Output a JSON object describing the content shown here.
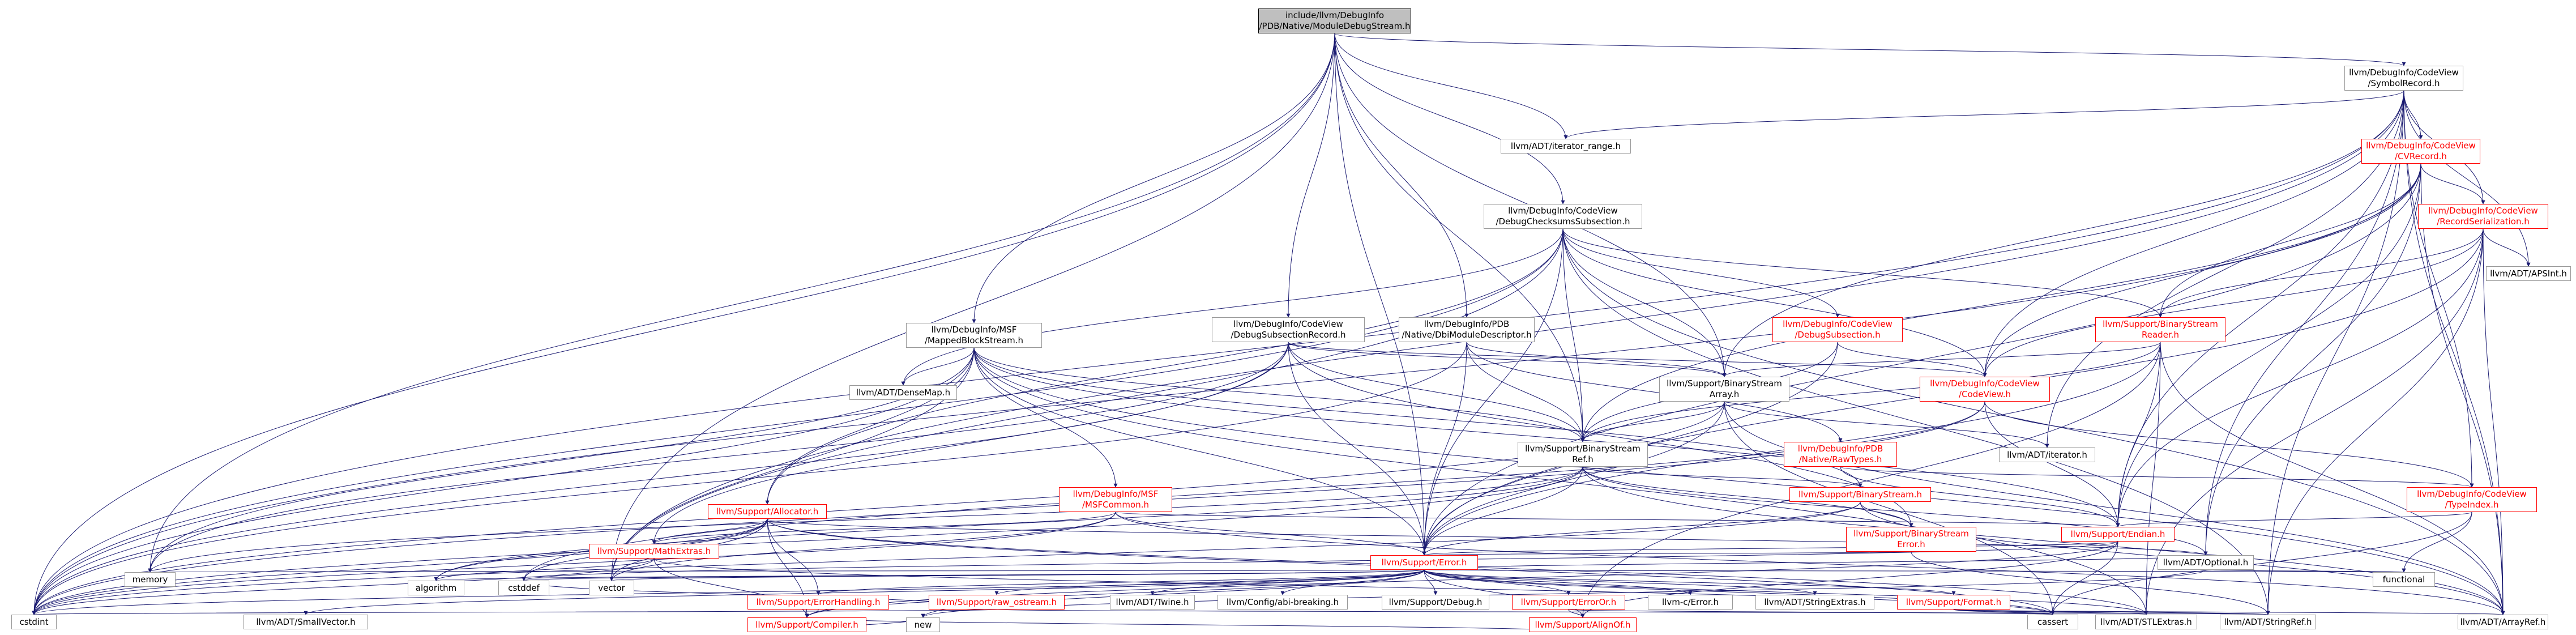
{
  "diagram": {
    "nodes": [
      {
        "id": "root",
        "lines": [
          "include/llvm/DebugInfo",
          "/PDB/Native/ModuleDebugStream.h"
        ],
        "style": "root"
      },
      {
        "id": "SymbolRecord",
        "lines": [
          "llvm/DebugInfo/CodeView",
          "/SymbolRecord.h"
        ],
        "style": "normal"
      },
      {
        "id": "iterator_range",
        "lines": [
          "llvm/ADT/iterator_range.h"
        ],
        "style": "plain"
      },
      {
        "id": "CVRecord",
        "lines": [
          "llvm/DebugInfo/CodeView",
          "/CVRecord.h"
        ],
        "style": "red"
      },
      {
        "id": "DebugChecksums",
        "lines": [
          "llvm/DebugInfo/CodeView",
          "/DebugChecksumsSubsection.h"
        ],
        "style": "normal"
      },
      {
        "id": "RecordSerialization",
        "lines": [
          "llvm/DebugInfo/CodeView",
          "/RecordSerialization.h"
        ],
        "style": "red"
      },
      {
        "id": "APSInt",
        "lines": [
          "llvm/ADT/APSInt.h"
        ],
        "style": "plain"
      },
      {
        "id": "DebugSubsectionRecord",
        "lines": [
          "llvm/DebugInfo/CodeView",
          "/DebugSubsectionRecord.h"
        ],
        "style": "normal"
      },
      {
        "id": "DbiModuleDescriptor",
        "lines": [
          "llvm/DebugInfo/PDB",
          "/Native/DbiModuleDescriptor.h"
        ],
        "style": "normal"
      },
      {
        "id": "DebugSubsection",
        "lines": [
          "llvm/DebugInfo/CodeView",
          "/DebugSubsection.h"
        ],
        "style": "red"
      },
      {
        "id": "BinaryStreamReader",
        "lines": [
          "llvm/Support/BinaryStream",
          "Reader.h"
        ],
        "style": "red"
      },
      {
        "id": "MappedBlockStream",
        "lines": [
          "llvm/DebugInfo/MSF",
          "/MappedBlockStream.h"
        ],
        "style": "normal"
      },
      {
        "id": "BinaryStreamArray",
        "lines": [
          "llvm/Support/BinaryStream",
          "Array.h"
        ],
        "style": "normal"
      },
      {
        "id": "CodeView",
        "lines": [
          "llvm/DebugInfo/CodeView",
          "/CodeView.h"
        ],
        "style": "red"
      },
      {
        "id": "DenseMap",
        "lines": [
          "llvm/ADT/DenseMap.h"
        ],
        "style": "plain"
      },
      {
        "id": "BinaryStreamRef",
        "lines": [
          "llvm/Support/BinaryStream",
          "Ref.h"
        ],
        "style": "normal"
      },
      {
        "id": "RawTypes",
        "lines": [
          "llvm/DebugInfo/PDB",
          "/Native/RawTypes.h"
        ],
        "style": "red"
      },
      {
        "id": "ADTiterator",
        "lines": [
          "llvm/ADT/iterator.h"
        ],
        "style": "plain"
      },
      {
        "id": "MSFCommon",
        "lines": [
          "llvm/DebugInfo/MSF",
          "/MSFCommon.h"
        ],
        "style": "red"
      },
      {
        "id": "BinaryStream",
        "lines": [
          "llvm/Support/BinaryStream.h"
        ],
        "style": "red"
      },
      {
        "id": "TypeIndex",
        "lines": [
          "llvm/DebugInfo/CodeView",
          "/TypeIndex.h"
        ],
        "style": "red"
      },
      {
        "id": "Allocator",
        "lines": [
          "llvm/Support/Allocator.h"
        ],
        "style": "red"
      },
      {
        "id": "BinaryStreamError",
        "lines": [
          "llvm/Support/BinaryStream",
          "Error.h"
        ],
        "style": "red"
      },
      {
        "id": "Endian",
        "lines": [
          "llvm/Support/Endian.h"
        ],
        "style": "red"
      },
      {
        "id": "MathExtras",
        "lines": [
          "llvm/Support/MathExtras.h"
        ],
        "style": "red"
      },
      {
        "id": "SupportError",
        "lines": [
          "llvm/Support/Error.h"
        ],
        "style": "red"
      },
      {
        "id": "Optional",
        "lines": [
          "llvm/ADT/Optional.h"
        ],
        "style": "plain"
      },
      {
        "id": "memory",
        "lines": [
          "memory"
        ],
        "style": "plain"
      },
      {
        "id": "algorithm",
        "lines": [
          "algorithm"
        ],
        "style": "plain"
      },
      {
        "id": "cstddef",
        "lines": [
          "cstddef"
        ],
        "style": "plain"
      },
      {
        "id": "vector",
        "lines": [
          "vector"
        ],
        "style": "plain"
      },
      {
        "id": "functional",
        "lines": [
          "functional"
        ],
        "style": "plain"
      },
      {
        "id": "ErrorHandling",
        "lines": [
          "llvm/Support/ErrorHandling.h"
        ],
        "style": "red"
      },
      {
        "id": "raw_ostream",
        "lines": [
          "llvm/Support/raw_ostream.h"
        ],
        "style": "red"
      },
      {
        "id": "Twine",
        "lines": [
          "llvm/ADT/Twine.h"
        ],
        "style": "plain"
      },
      {
        "id": "abi_breaking",
        "lines": [
          "llvm/Config/abi-breaking.h"
        ],
        "style": "plain"
      },
      {
        "id": "Debug",
        "lines": [
          "llvm/Support/Debug.h"
        ],
        "style": "plain"
      },
      {
        "id": "ErrorOr",
        "lines": [
          "llvm/Support/ErrorOr.h"
        ],
        "style": "red"
      },
      {
        "id": "llvm_c_Error",
        "lines": [
          "llvm-c/Error.h"
        ],
        "style": "plain"
      },
      {
        "id": "StringExtras",
        "lines": [
          "llvm/ADT/StringExtras.h"
        ],
        "style": "plain"
      },
      {
        "id": "Format",
        "lines": [
          "llvm/Support/Format.h"
        ],
        "style": "red"
      },
      {
        "id": "cstdint",
        "lines": [
          "cstdint"
        ],
        "style": "plain"
      },
      {
        "id": "SmallVector",
        "lines": [
          "llvm/ADT/SmallVector.h"
        ],
        "style": "plain"
      },
      {
        "id": "cassert",
        "lines": [
          "cassert"
        ],
        "style": "plain"
      },
      {
        "id": "STLExtras",
        "lines": [
          "llvm/ADT/STLExtras.h"
        ],
        "style": "plain"
      },
      {
        "id": "StringRef",
        "lines": [
          "llvm/ADT/StringRef.h"
        ],
        "style": "plain"
      },
      {
        "id": "ArrayRef",
        "lines": [
          "llvm/ADT/ArrayRef.h"
        ],
        "style": "plain"
      },
      {
        "id": "AlignOf",
        "lines": [
          "llvm/Support/AlignOf.h"
        ],
        "style": "red"
      },
      {
        "id": "Compiler",
        "lines": [
          "llvm/Support/Compiler.h"
        ],
        "style": "red"
      },
      {
        "id": "new",
        "lines": [
          "new"
        ],
        "style": "plain"
      }
    ],
    "edges": [
      [
        "root",
        "SymbolRecord"
      ],
      [
        "root",
        "iterator_range"
      ],
      [
        "root",
        "DebugChecksums"
      ],
      [
        "root",
        "DebugSubsectionRecord"
      ],
      [
        "root",
        "DbiModuleDescriptor"
      ],
      [
        "root",
        "MappedBlockStream"
      ],
      [
        "root",
        "BinaryStreamArray"
      ],
      [
        "root",
        "BinaryStreamRef"
      ],
      [
        "root",
        "SupportError"
      ],
      [
        "root",
        "memory"
      ],
      [
        "root",
        "cstdint"
      ],
      [
        "root",
        "vector"
      ],
      [
        "SymbolRecord",
        "iterator_range"
      ],
      [
        "SymbolRecord",
        "CVRecord"
      ],
      [
        "SymbolRecord",
        "RecordSerialization"
      ],
      [
        "SymbolRecord",
        "APSInt"
      ],
      [
        "SymbolRecord",
        "CodeView"
      ],
      [
        "SymbolRecord",
        "BinaryStreamArray"
      ],
      [
        "SymbolRecord",
        "TypeIndex"
      ],
      [
        "SymbolRecord",
        "Endian"
      ],
      [
        "SymbolRecord",
        "Optional"
      ],
      [
        "SymbolRecord",
        "ArrayRef"
      ],
      [
        "SymbolRecord",
        "StringRef"
      ],
      [
        "SymbolRecord",
        "ADTiterator"
      ],
      [
        "SymbolRecord",
        "cstdint"
      ],
      [
        "SymbolRecord",
        "vector"
      ],
      [
        "CVRecord",
        "RecordSerialization"
      ],
      [
        "CVRecord",
        "BinaryStreamReader"
      ],
      [
        "CVRecord",
        "BinaryStreamRef"
      ],
      [
        "CVRecord",
        "CodeView"
      ],
      [
        "CVRecord",
        "Endian"
      ],
      [
        "CVRecord",
        "SupportError"
      ],
      [
        "CVRecord",
        "Optional"
      ],
      [
        "CVRecord",
        "ArrayRef"
      ],
      [
        "CVRecord",
        "cstdint"
      ],
      [
        "RecordSerialization",
        "APSInt"
      ],
      [
        "RecordSerialization",
        "BinaryStreamReader"
      ],
      [
        "RecordSerialization",
        "CodeView"
      ],
      [
        "RecordSerialization",
        "Endian"
      ],
      [
        "RecordSerialization",
        "SupportError"
      ],
      [
        "RecordSerialization",
        "ArrayRef"
      ],
      [
        "RecordSerialization",
        "StringRef"
      ],
      [
        "RecordSerialization",
        "STLExtras"
      ],
      [
        "DebugChecksums",
        "DebugSubsection"
      ],
      [
        "DebugChecksums",
        "CodeView"
      ],
      [
        "DebugChecksums",
        "BinaryStreamArray"
      ],
      [
        "DebugChecksums",
        "BinaryStreamReader"
      ],
      [
        "DebugChecksums",
        "BinaryStreamRef"
      ],
      [
        "DebugChecksums",
        "DenseMap"
      ],
      [
        "DebugChecksums",
        "Allocator"
      ],
      [
        "DebugChecksums",
        "SupportError"
      ],
      [
        "DebugChecksums",
        "ArrayRef"
      ],
      [
        "DebugChecksums",
        "StringRef"
      ],
      [
        "DebugChecksums",
        "cstdint"
      ],
      [
        "DebugChecksums",
        "vector"
      ],
      [
        "DebugSubsectionRecord",
        "CodeView"
      ],
      [
        "DebugSubsectionRecord",
        "BinaryStreamArray"
      ],
      [
        "DebugSubsectionRecord",
        "BinaryStreamRef"
      ],
      [
        "DebugSubsectionRecord",
        "SupportError"
      ],
      [
        "DebugSubsectionRecord",
        "MathExtras"
      ],
      [
        "DebugSubsectionRecord",
        "BinaryStreamError"
      ],
      [
        "DebugSubsectionRecord",
        "cstdint"
      ],
      [
        "DebugSubsectionRecord",
        "memory"
      ],
      [
        "DbiModuleDescriptor",
        "RawTypes"
      ],
      [
        "DbiModuleDescriptor",
        "BinaryStreamArray"
      ],
      [
        "DbiModuleDescriptor",
        "BinaryStreamRef"
      ],
      [
        "DbiModuleDescriptor",
        "SupportError"
      ],
      [
        "DbiModuleDescriptor",
        "cstdint"
      ],
      [
        "DebugSubsection",
        "CodeView"
      ],
      [
        "DebugSubsection",
        "BinaryStreamRef"
      ],
      [
        "DebugSubsection",
        "SupportError"
      ],
      [
        "BinaryStreamReader",
        "BinaryStreamArray"
      ],
      [
        "BinaryStreamReader",
        "BinaryStreamRef"
      ],
      [
        "BinaryStreamReader",
        "Endian"
      ],
      [
        "BinaryStreamReader",
        "SupportError"
      ],
      [
        "BinaryStreamReader",
        "ArrayRef"
      ],
      [
        "BinaryStreamReader",
        "STLExtras"
      ],
      [
        "BinaryStreamReader",
        "AlignOf"
      ],
      [
        "MappedBlockStream",
        "DenseMap"
      ],
      [
        "MappedBlockStream",
        "MSFCommon"
      ],
      [
        "MappedBlockStream",
        "BinaryStream"
      ],
      [
        "MappedBlockStream",
        "BinaryStreamRef"
      ],
      [
        "MappedBlockStream",
        "Allocator"
      ],
      [
        "MappedBlockStream",
        "Endian"
      ],
      [
        "MappedBlockStream",
        "SupportError"
      ],
      [
        "MappedBlockStream",
        "ArrayRef"
      ],
      [
        "MappedBlockStream",
        "STLExtras"
      ],
      [
        "MappedBlockStream",
        "cstdint"
      ],
      [
        "MappedBlockStream",
        "memory"
      ],
      [
        "MappedBlockStream",
        "vector"
      ],
      [
        "BinaryStreamArray",
        "BinaryStreamRef"
      ],
      [
        "BinaryStreamArray",
        "ADTiterator"
      ],
      [
        "BinaryStreamArray",
        "SupportError"
      ],
      [
        "BinaryStreamArray",
        "ArrayRef"
      ],
      [
        "BinaryStreamArray",
        "cassert"
      ],
      [
        "BinaryStreamArray",
        "cstdint"
      ],
      [
        "CodeView",
        "Endian"
      ],
      [
        "CodeView",
        "cstdint"
      ],
      [
        "CodeView",
        "cstddef"
      ],
      [
        "CodeView",
        "TypeIndex"
      ],
      [
        "BinaryStreamRef",
        "BinaryStream"
      ],
      [
        "BinaryStreamRef",
        "BinaryStreamError"
      ],
      [
        "BinaryStreamRef",
        "SupportError"
      ],
      [
        "BinaryStreamRef",
        "Optional"
      ],
      [
        "BinaryStreamRef",
        "ArrayRef"
      ],
      [
        "BinaryStreamRef",
        "algorithm"
      ],
      [
        "BinaryStreamRef",
        "cstdint"
      ],
      [
        "BinaryStreamRef",
        "memory"
      ],
      [
        "RawTypes",
        "Endian"
      ],
      [
        "RawTypes",
        "TypeIndex"
      ],
      [
        "MSFCommon",
        "Endian"
      ],
      [
        "MSFCommon",
        "SupportError"
      ],
      [
        "MSFCommon",
        "MathExtras"
      ],
      [
        "MSFCommon",
        "ArrayRef"
      ],
      [
        "MSFCommon",
        "cstdint"
      ],
      [
        "MSFCommon",
        "vector"
      ],
      [
        "BinaryStream",
        "BinaryStreamError"
      ],
      [
        "BinaryStream",
        "SupportError"
      ],
      [
        "BinaryStream",
        "ArrayRef"
      ],
      [
        "BinaryStream",
        "cstdint"
      ],
      [
        "TypeIndex",
        "Endian"
      ],
      [
        "TypeIndex",
        "cassert"
      ],
      [
        "TypeIndex",
        "cinttypes"
      ],
      [
        "TypeIndex",
        "functional"
      ],
      [
        "Allocator",
        "Optional"
      ],
      [
        "Allocator",
        "STLExtras"
      ],
      [
        "Allocator",
        "Compiler"
      ],
      [
        "Allocator",
        "ErrorHandling"
      ],
      [
        "Allocator",
        "MathExtras"
      ],
      [
        "Allocator",
        "algorithm"
      ],
      [
        "Allocator",
        "cassert"
      ],
      [
        "Allocator",
        "cstddef"
      ],
      [
        "Allocator",
        "cstdint"
      ],
      [
        "Allocator",
        "vector"
      ],
      [
        "BinaryStreamError",
        "SupportError"
      ],
      [
        "BinaryStreamError",
        "StringRef"
      ],
      [
        "Endian",
        "Compiler"
      ],
      [
        "Endian",
        "AlignOf"
      ],
      [
        "Endian",
        "cassert"
      ],
      [
        "Endian",
        "cstddef"
      ],
      [
        "Endian",
        "SupportError"
      ],
      [
        "MathExtras",
        "Compiler"
      ],
      [
        "MathExtras",
        "cassert"
      ],
      [
        "MathExtras",
        "algorithm"
      ],
      [
        "MathExtras",
        "cstdint"
      ],
      [
        "SupportError",
        "abi_breaking"
      ],
      [
        "SupportError",
        "SmallVector"
      ],
      [
        "SupportError",
        "STLExtras"
      ],
      [
        "SupportError",
        "StringExtras"
      ],
      [
        "SupportError",
        "Twine"
      ],
      [
        "SupportError",
        "AlignOf"
      ],
      [
        "SupportError",
        "Compiler"
      ],
      [
        "SupportError",
        "Debug"
      ],
      [
        "SupportError",
        "ErrorHandling"
      ],
      [
        "SupportError",
        "ErrorOr"
      ],
      [
        "SupportError",
        "Format"
      ],
      [
        "SupportError",
        "raw_ostream"
      ],
      [
        "SupportError",
        "algorithm"
      ],
      [
        "SupportError",
        "cassert"
      ],
      [
        "SupportError",
        "cstdint"
      ],
      [
        "SupportError",
        "cstddef"
      ],
      [
        "SupportError",
        "functional"
      ],
      [
        "SupportError",
        "memory"
      ],
      [
        "SupportError",
        "new"
      ],
      [
        "SupportError",
        "vector"
      ],
      [
        "SupportError",
        "llvm_c_Error"
      ],
      [
        "SupportError",
        "Optional"
      ],
      [
        "Optional",
        "functional"
      ],
      [
        "Optional",
        "new"
      ],
      [
        "ErrorHandling",
        "Compiler"
      ],
      [
        "raw_ostream",
        "StringRef"
      ],
      [
        "raw_ostream",
        "cstddef"
      ],
      [
        "raw_ostream",
        "cstdint"
      ],
      [
        "ErrorOr",
        "AlignOf"
      ],
      [
        "ErrorOr",
        "cassert"
      ],
      [
        "Format",
        "ArrayRef"
      ],
      [
        "Format",
        "STLExtras"
      ],
      [
        "Format",
        "StringRef"
      ],
      [
        "Format",
        "cassert"
      ],
      [
        "AlignOf",
        "Compiler"
      ],
      [
        "Compiler",
        "new"
      ]
    ]
  }
}
